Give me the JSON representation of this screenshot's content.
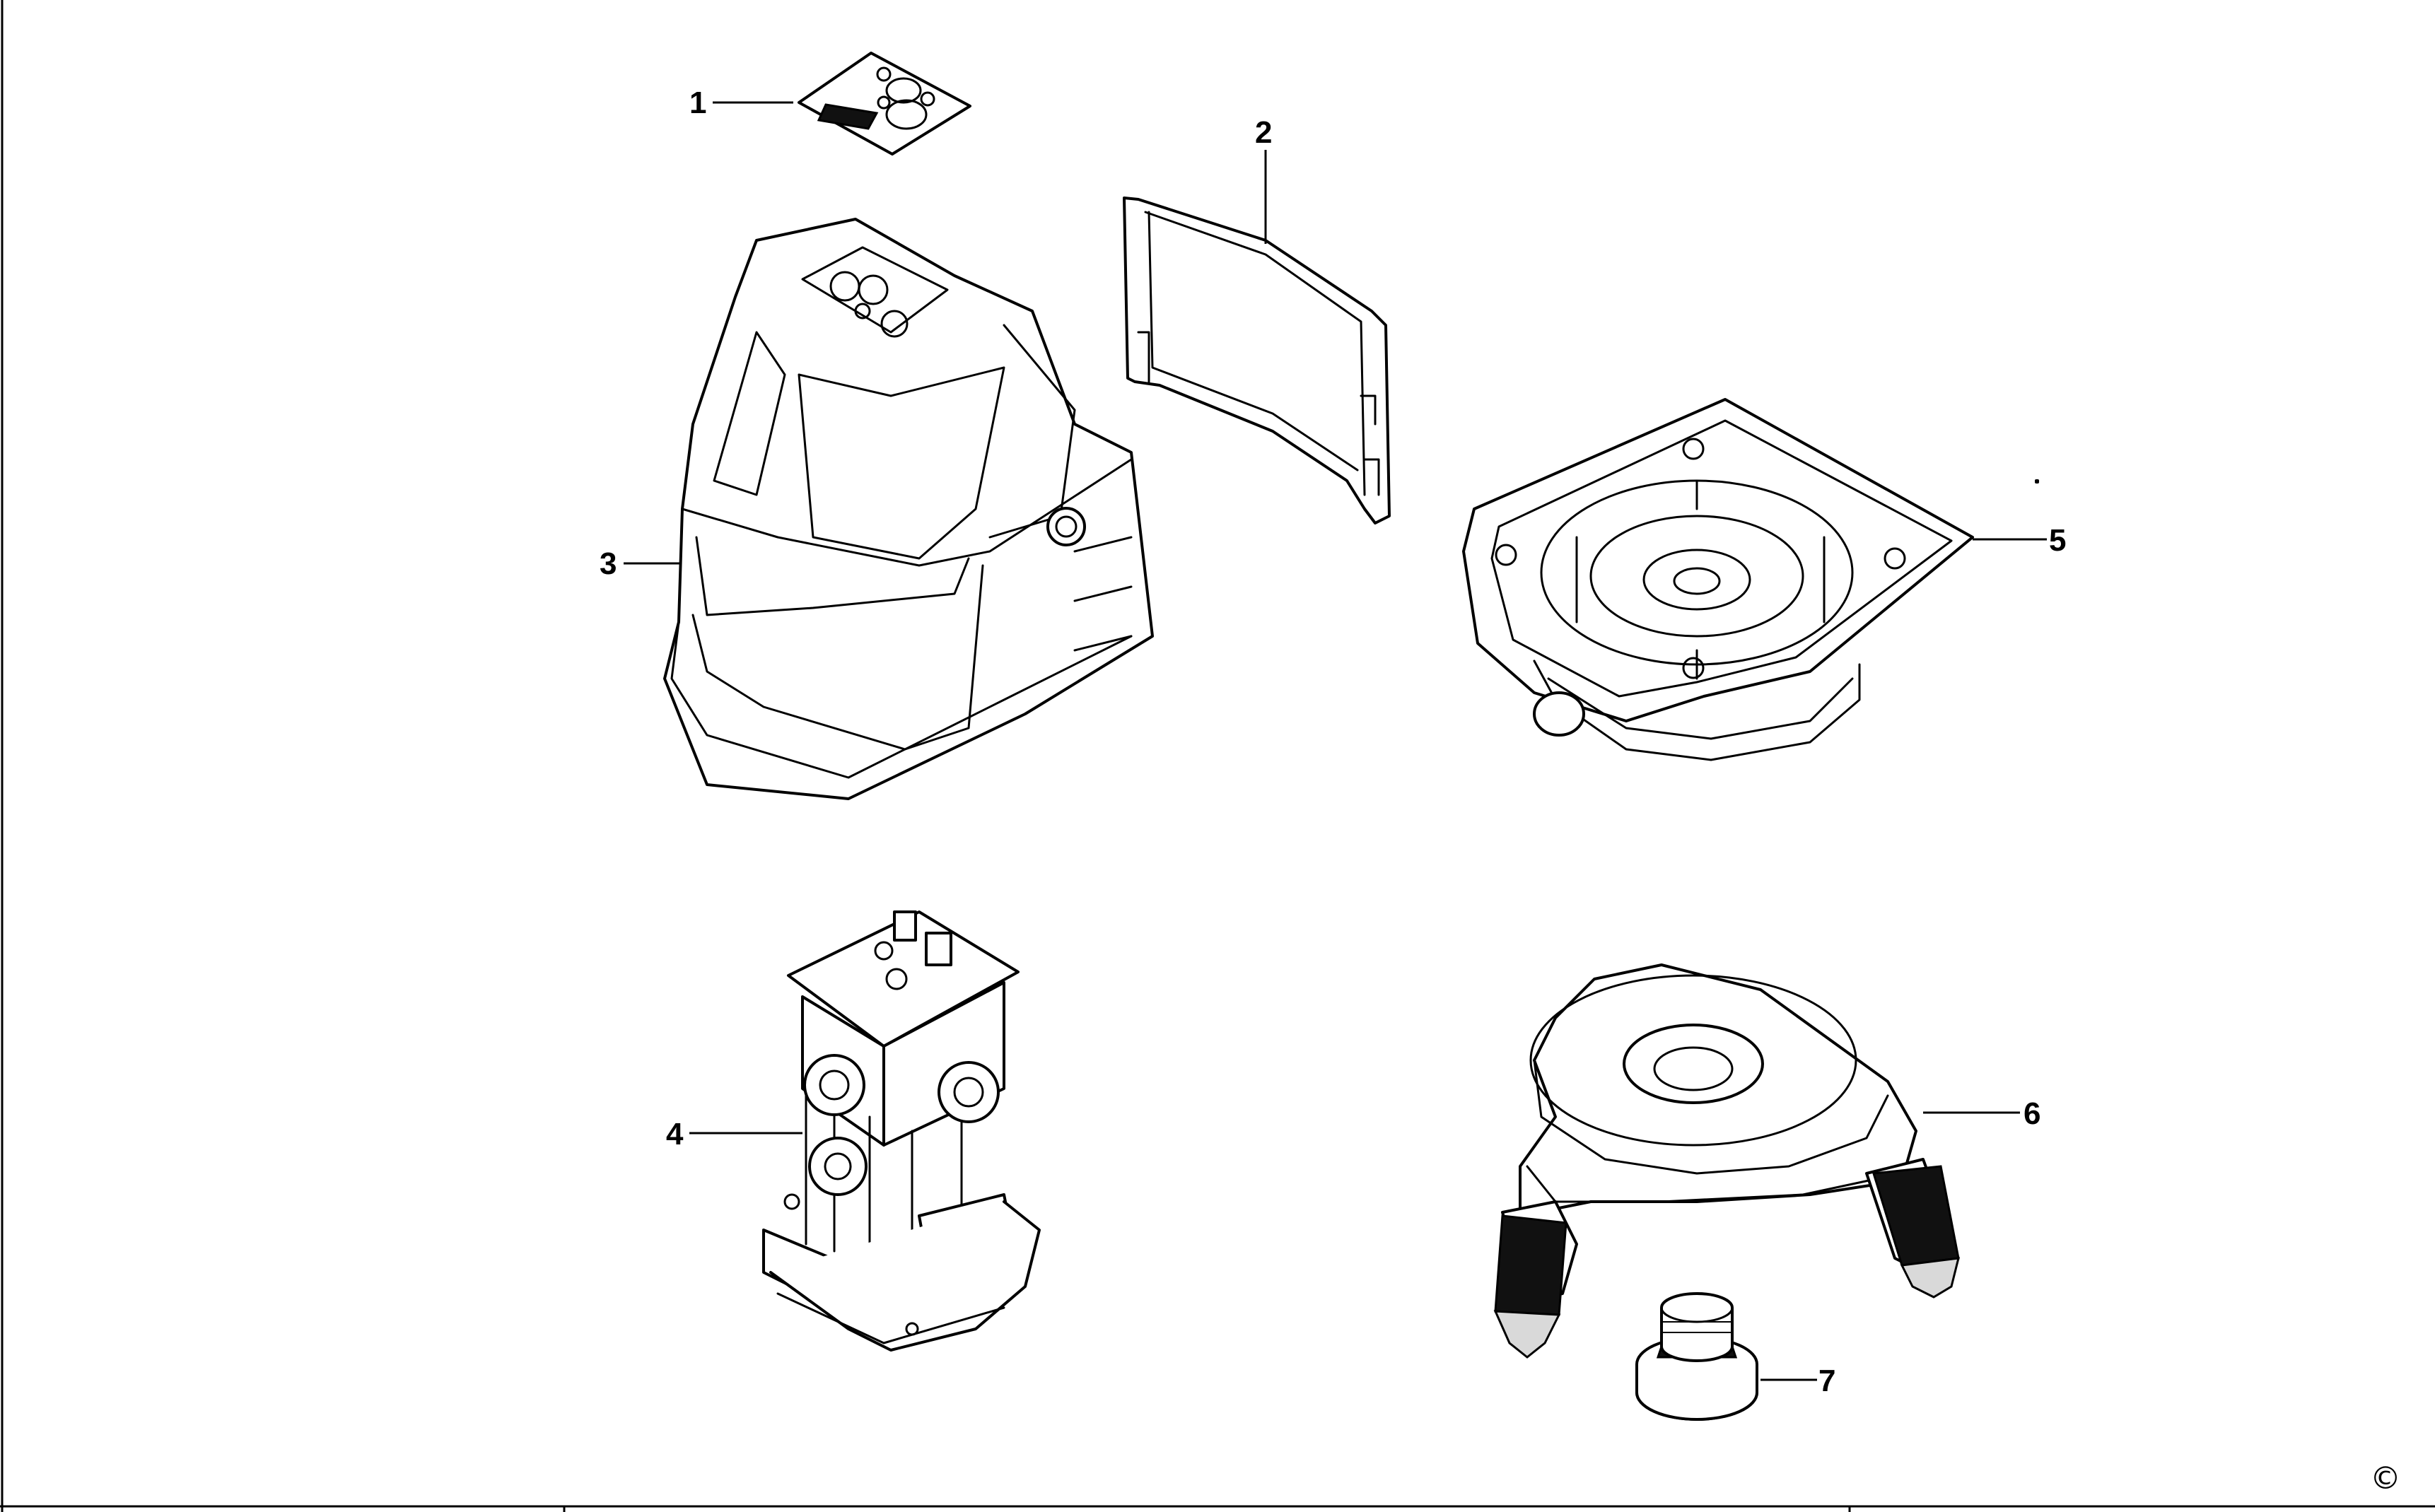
{
  "parts": [
    {
      "id": "part-1",
      "label": "1"
    },
    {
      "id": "part-2",
      "label": "2"
    },
    {
      "id": "part-3",
      "label": "3"
    },
    {
      "id": "part-4",
      "label": "4"
    },
    {
      "id": "part-5",
      "label": "5"
    },
    {
      "id": "part-6",
      "label": "6"
    },
    {
      "id": "part-7",
      "label": "7"
    }
  ],
  "copyright_symbol": "©",
  "colors": {
    "line": "#000000",
    "background": "#ffffff"
  }
}
